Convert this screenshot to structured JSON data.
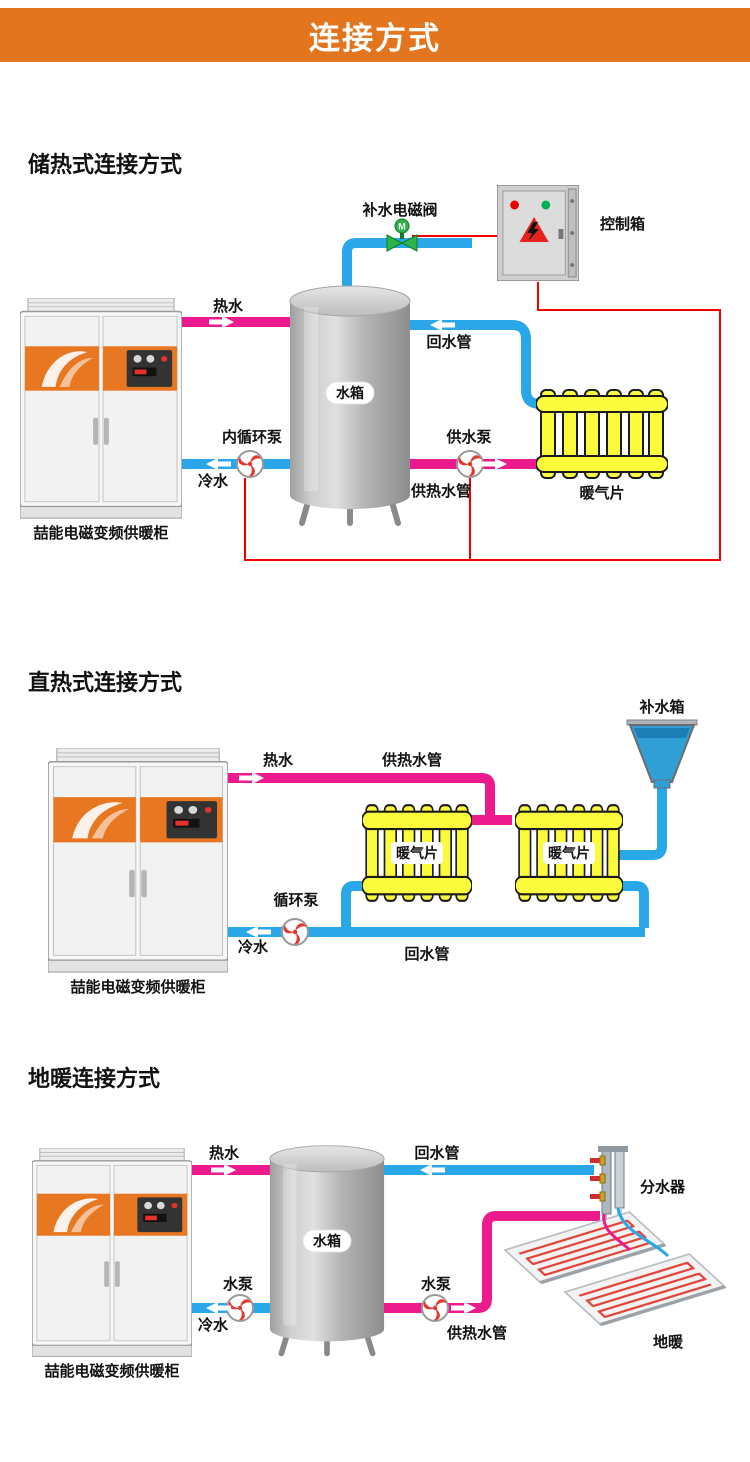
{
  "header": {
    "title": "连接方式"
  },
  "sections": [
    {
      "id": "storage",
      "title": "储热式连接方式",
      "labels": {
        "makeup_valve": "补水电磁阀",
        "valve_letter": "M",
        "control_box": "控制箱",
        "hot_water": "热水",
        "return_pipe": "回水管",
        "tank": "水箱",
        "inner_pump": "内循环泵",
        "supply_pump": "供水泵",
        "cold_water": "冷水",
        "heat_supply_pipe": "供热水管",
        "radiator": "暖气片",
        "cabinet": "喆能电磁变频供暖柜"
      }
    },
    {
      "id": "direct",
      "title": "直热式连接方式",
      "labels": {
        "hot_water": "热水",
        "heat_supply_pipe": "供热水管",
        "makeup_tank": "补水箱",
        "radiator_left": "暖气片",
        "radiator_right": "暖气片",
        "circulation_pump": "循环泵",
        "cold_water": "冷水",
        "return_pipe": "回水管",
        "cabinet": "喆能电磁变频供暖柜"
      }
    },
    {
      "id": "floor",
      "title": "地暖连接方式",
      "labels": {
        "hot_water": "热水",
        "return_pipe": "回水管",
        "manifold": "分水器",
        "tank": "水箱",
        "pump_left": "水泵",
        "pump_right": "水泵",
        "cold_water": "冷水",
        "heat_supply_pipe": "供热水管",
        "floor_heating": "地暖",
        "cabinet": "喆能电磁变频供暖柜"
      }
    }
  ],
  "colors": {
    "header_bg": "#e2751d",
    "pipe_hot": "#ec1a8d",
    "pipe_cold": "#2aa7e8",
    "radiator_yellow": "#fbfb3d",
    "control_wire_red": "#f20000",
    "cabinet_band_orange": "#e87722",
    "pump_blade_red": "#e23a2e",
    "valve_green": "#2cb34a"
  }
}
